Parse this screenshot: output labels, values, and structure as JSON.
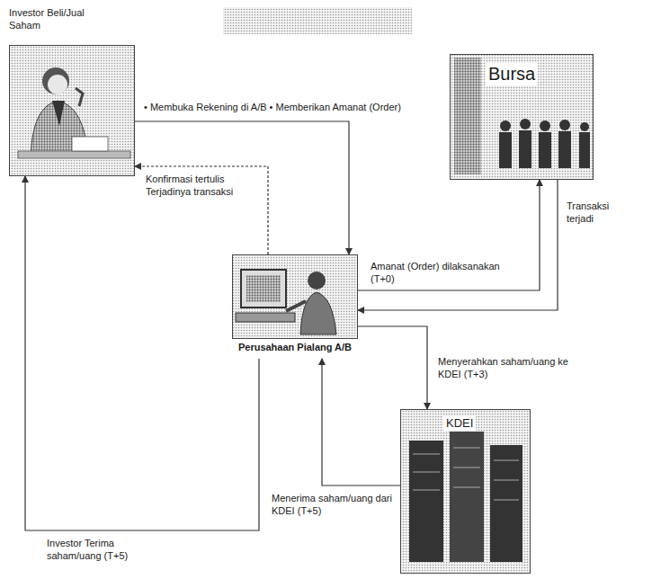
{
  "diagram": {
    "nodes": [
      {
        "text": [
          "Investor Beli/Jual Saham"
        ]
      },
      {
        "text": [
          "Bursa"
        ]
      },
      {
        "text": [
          "Perusahaan Pialang A/B"
        ]
      },
      {
        "text": [
          "KDEI"
        ]
      }
    ],
    "edges": [
      {
        "from": 0,
        "to": 2,
        "arrow": "to",
        "label": "• Membuka Rekening di A/B • Memberikan Amanat (Order)"
      },
      {
        "from": 2,
        "to": 0,
        "arrow": "to",
        "label": "Konfirmasi tertulis Terjadinya transaksi"
      },
      {
        "from": 2,
        "to": 1,
        "arrow": "to",
        "label": "Amanat (Order) dilaksanakan (T+0)"
      },
      {
        "from": 1,
        "to": 2,
        "arrow": "to",
        "label": "Transaksi terjadi"
      },
      {
        "from": 2,
        "to": 3,
        "arrow": "to",
        "label": "Menyerahkan saham/uang ke KDEI (T+3)"
      },
      {
        "from": 3,
        "to": 2,
        "arrow": "to",
        "label": "Menerima saham/uang dari KDEI (T+5)"
      },
      {
        "from": 2,
        "to": 0,
        "arrow": "to",
        "label": "Investor Terima saham/uang (T+5)"
      }
    ]
  }
}
